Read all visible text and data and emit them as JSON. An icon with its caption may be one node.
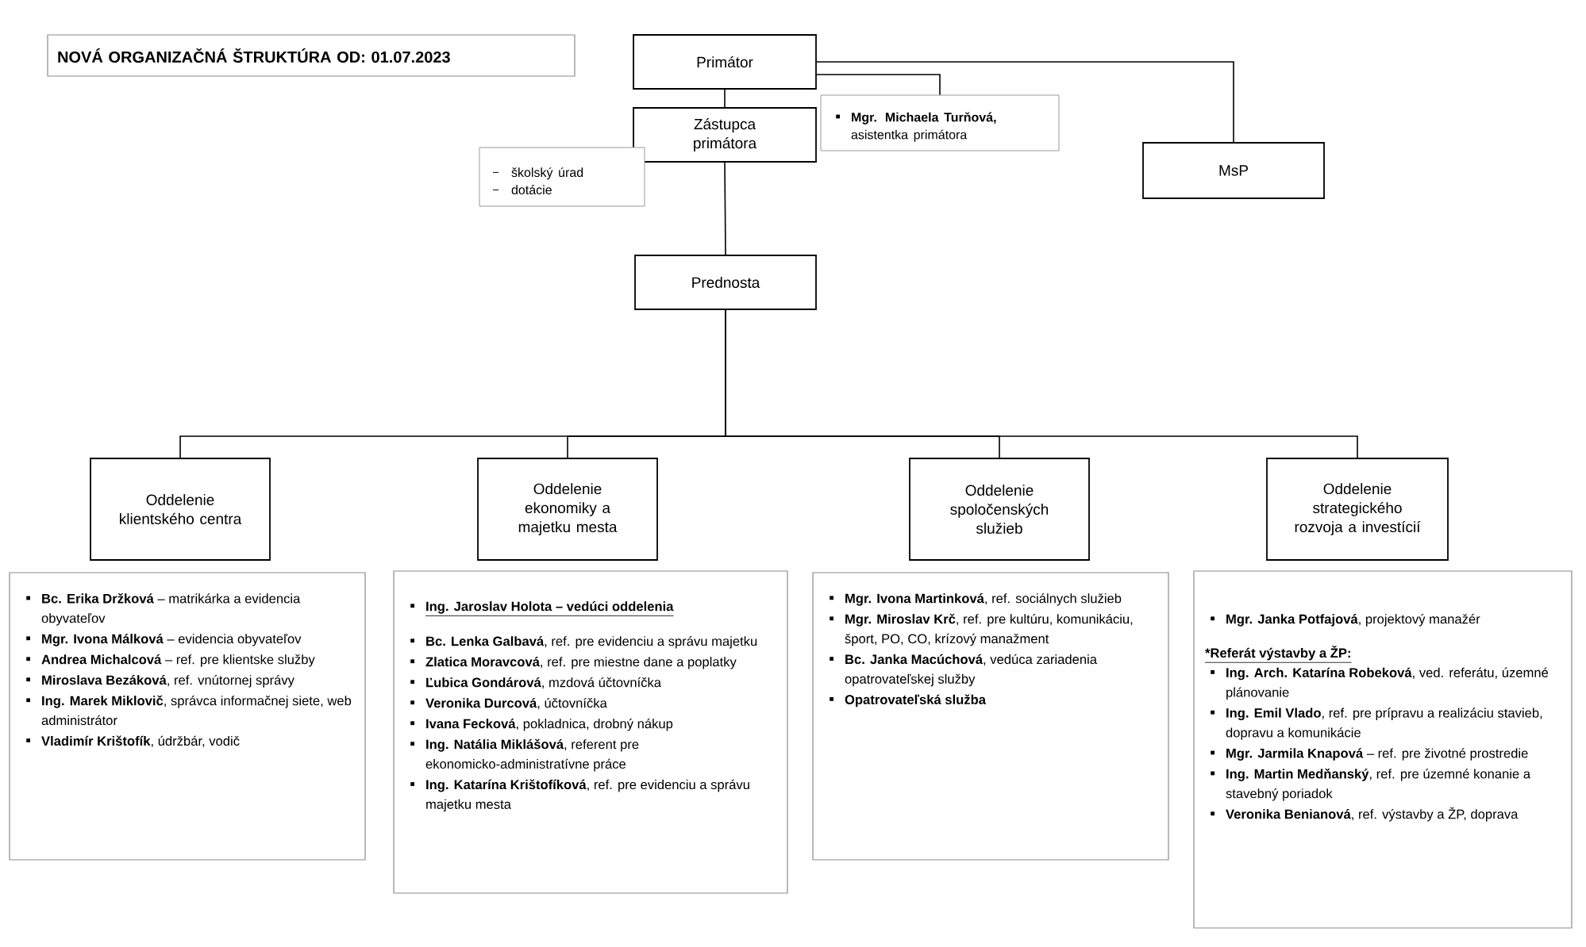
{
  "diagram": {
    "nodes": [
      {
        "text": [
          "NOVÁ ORGANIZAČNÁ ŠTRUKTÚRA OD: 01.07.2023"
        ]
      },
      {
        "text": [
          "Primátor"
        ]
      },
      {
        "text": [
          "Zástupca primátora"
        ]
      },
      {
        "text": [
          "**Mgr. Michaela Turňová,** asistentka primátora"
        ]
      },
      {
        "text": [
          "MsP"
        ]
      },
      {
        "text": [
          "školský úrad",
          "dotácie"
        ]
      },
      {
        "text": [
          "Prednosta"
        ]
      },
      {
        "text": [
          "Oddelenie klientského centra"
        ]
      },
      {
        "text": [
          "Oddelenie ekonomiky a majetku mesta"
        ]
      },
      {
        "text": [
          "Oddelenie spoločenských služieb"
        ]
      },
      {
        "text": [
          "Oddelenie strategického rozvoja a investícií"
        ]
      },
      {
        "text": [
          "**Bc. Erika Držková** – matrikárka a evidencia obyvateľov",
          "**Mgr. Ivona Málková** – evidencia obyvateľov",
          "**Andrea Michalcová** – ref. pre klientske služby",
          "**Miroslava Bezáková**, ref. vnútornej správy",
          "**Ing. Marek Miklovič**, správca informačnej siete, web administrátor",
          "**Vladimír Krištofík**, údržbár, vodič"
        ]
      },
      {
        "text": [
          "Ing. Jaroslav Holota – vedúci oddelenia",
          "**Bc. Lenka Galbavá**, ref. pre evidenciu a správu majetku",
          "**Zlatica Moravcová**, ref. pre miestne dane a poplatky",
          "**Ľubica Gondárová**, mzdová účtovníčka",
          "**Veronika Durcová**, účtovníčka",
          "**Ivana Fecková**, pokladnica, drobný nákup",
          "**Ing. Natália Miklášová**, referent pre ekonomicko-administratívne práce",
          "**Ing. Katarína Krištofíková**, ref. pre evidenciu a správu majetku mesta"
        ]
      },
      {
        "text": [
          "**Mgr. Ivona Martinková**, ref. sociálnych služieb",
          "**Mgr. Miroslav Krč**, ref. pre kultúru, komunikáciu, šport, PO, CO, krízový manažment",
          "**Bc. Janka Macúchová**, vedúca zariadenia opatrovateľskej služby",
          "Opatrovateľská služba"
        ]
      },
      {
        "text": [
          "**Mgr. Janka Potfajová**, projektový manažér",
          "*Referát výstavby a ŽP:",
          "**Ing. Arch. Katarína Robeková**, ved. referátu, územné plánovanie",
          "**Ing. Emil Vlado**, ref. pre prípravu a realizáciu stavieb, dopravu a komunikácie",
          "**Mgr. Jarmila Knapová** – ref. pre životné prostredie",
          "**Ing. Martin Medňanský**, ref. pre územné konanie a stavebný poriadok",
          "**Veronika Benianová**, ref. výstavby a ŽP, doprava"
        ]
      }
    ],
    "edges": [
      {
        "from": 1,
        "to": 2,
        "arrow": "none"
      },
      {
        "from": 1,
        "to": 3,
        "arrow": "none"
      },
      {
        "from": 1,
        "to": 4,
        "arrow": "none"
      },
      {
        "from": 2,
        "to": 6,
        "arrow": "none"
      },
      {
        "from": 6,
        "to": 7,
        "arrow": "none"
      },
      {
        "from": 6,
        "to": 8,
        "arrow": "none"
      },
      {
        "from": 6,
        "to": 9,
        "arrow": "none"
      },
      {
        "from": 6,
        "to": 10,
        "arrow": "none"
      }
    ]
  }
}
